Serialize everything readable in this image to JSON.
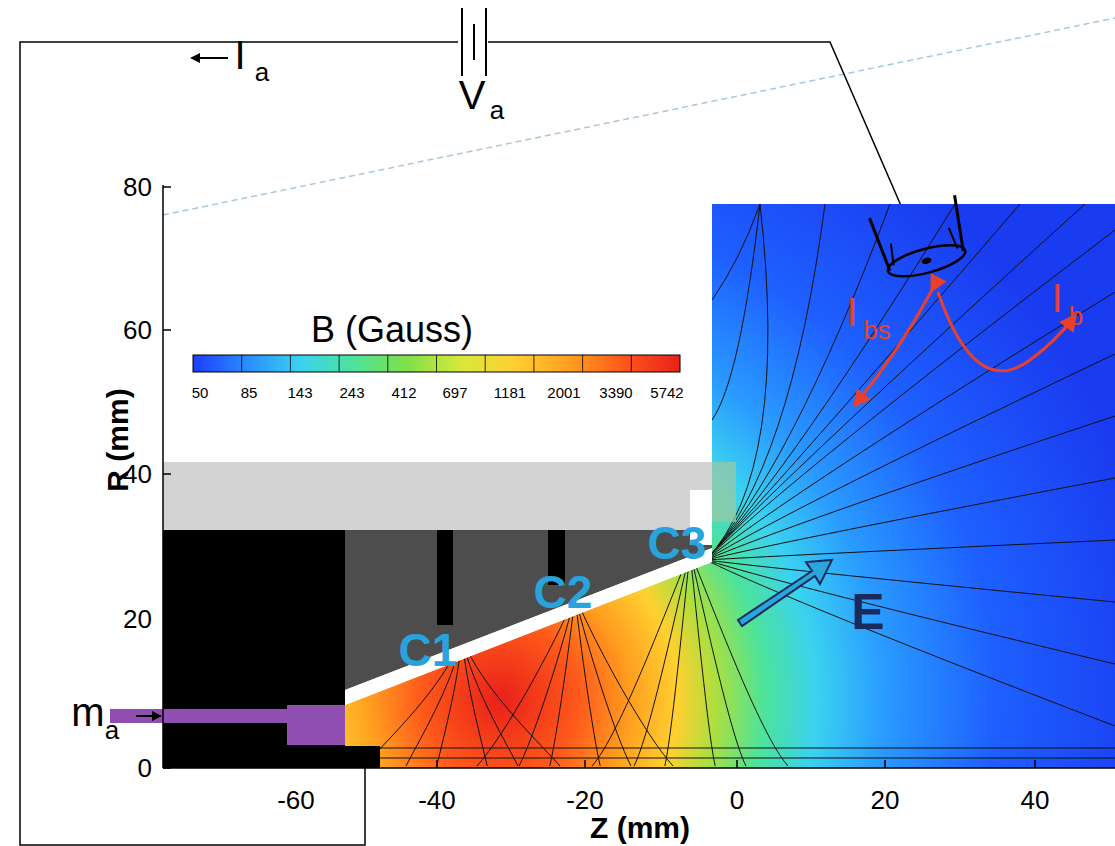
{
  "diagram": {
    "labels": [
      "I",
      "a",
      "V",
      "a",
      "80",
      "60",
      "40",
      "20",
      "0",
      "B (Gauss)",
      "50",
      "85",
      "143",
      "243",
      "412",
      "697",
      "1181",
      "2001",
      "3390",
      "5742",
      "R (mm)",
      "C1",
      "C2",
      "C3",
      "E",
      "I",
      "bs",
      "I",
      "b",
      "m",
      "a",
      "-60",
      "-40",
      "-20",
      "0",
      "20",
      "40",
      "Z (mm)"
    ]
  }
}
